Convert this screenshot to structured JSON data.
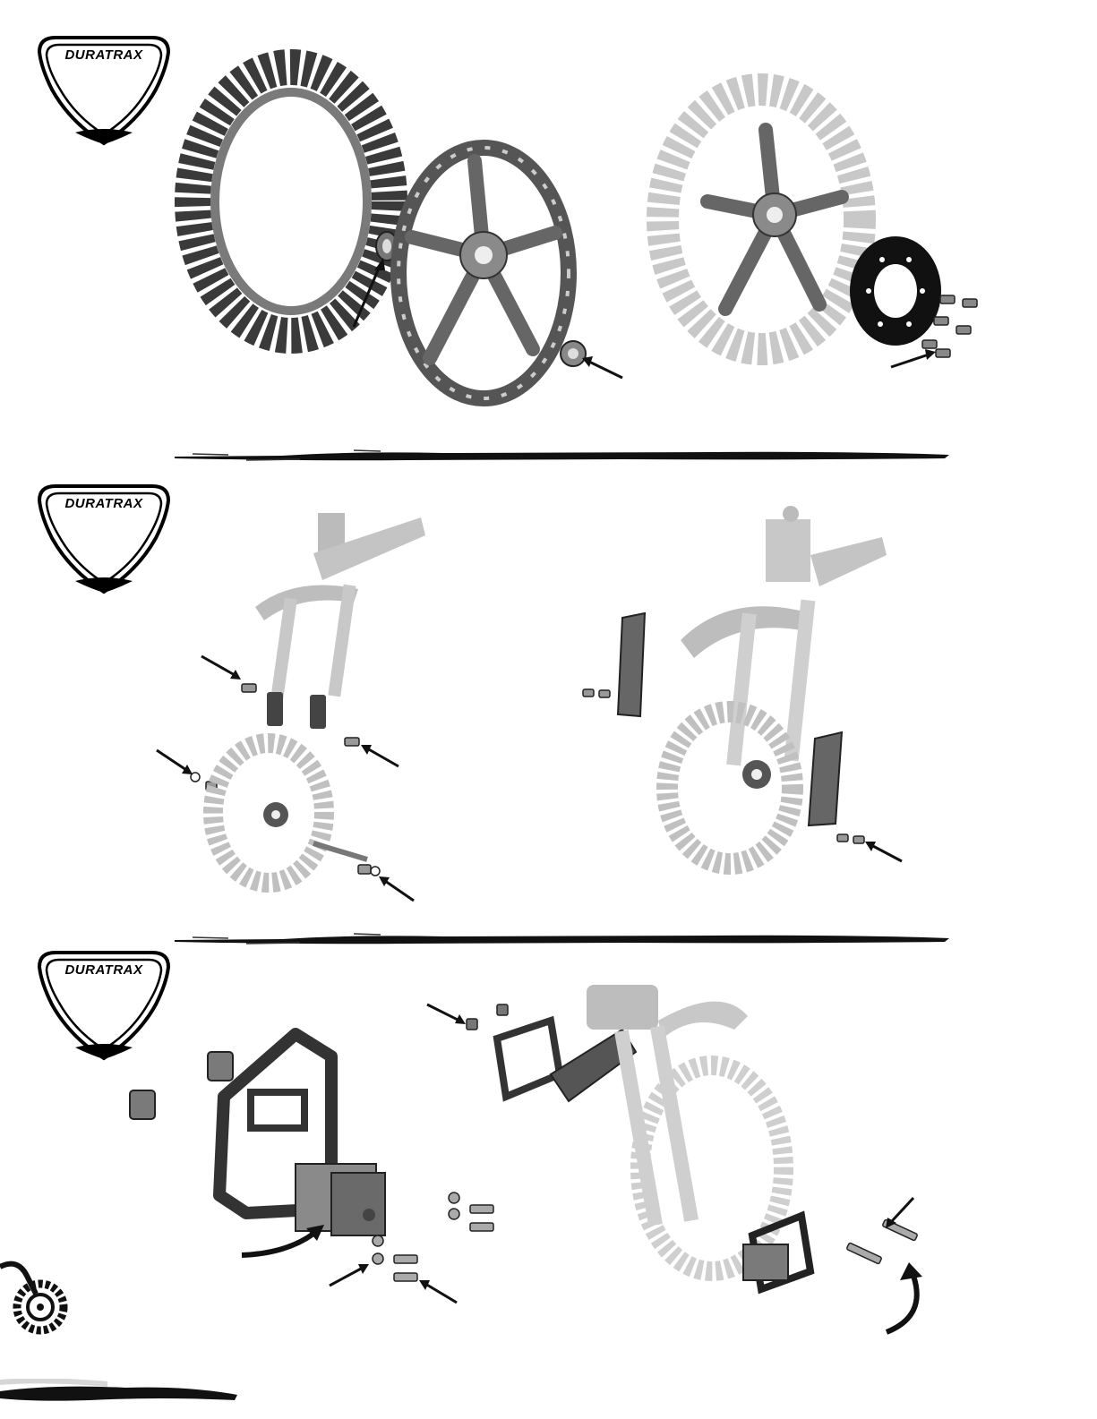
{
  "brand": {
    "logo_text": "DURATRAX"
  },
  "steps": [
    {
      "badge_logo": "DURATRAX"
    },
    {
      "badge_logo": "DURATRAX"
    },
    {
      "badge_logo": "DURATRAX"
    }
  ],
  "colors": {
    "ink": "#111111",
    "part_dark": "#5a5a5a",
    "part_mid": "#8c8c8c",
    "part_light": "#cfcfcf",
    "background": "#ffffff"
  },
  "icons": [
    "arrow-icon",
    "curved-arrow-icon",
    "tire-icon",
    "wheel-rim-icon",
    "bearing-icon",
    "brake-disc-icon",
    "fork-icon",
    "servo-icon",
    "mount-plate-icon",
    "screw-icon",
    "motorcycle-icon"
  ]
}
